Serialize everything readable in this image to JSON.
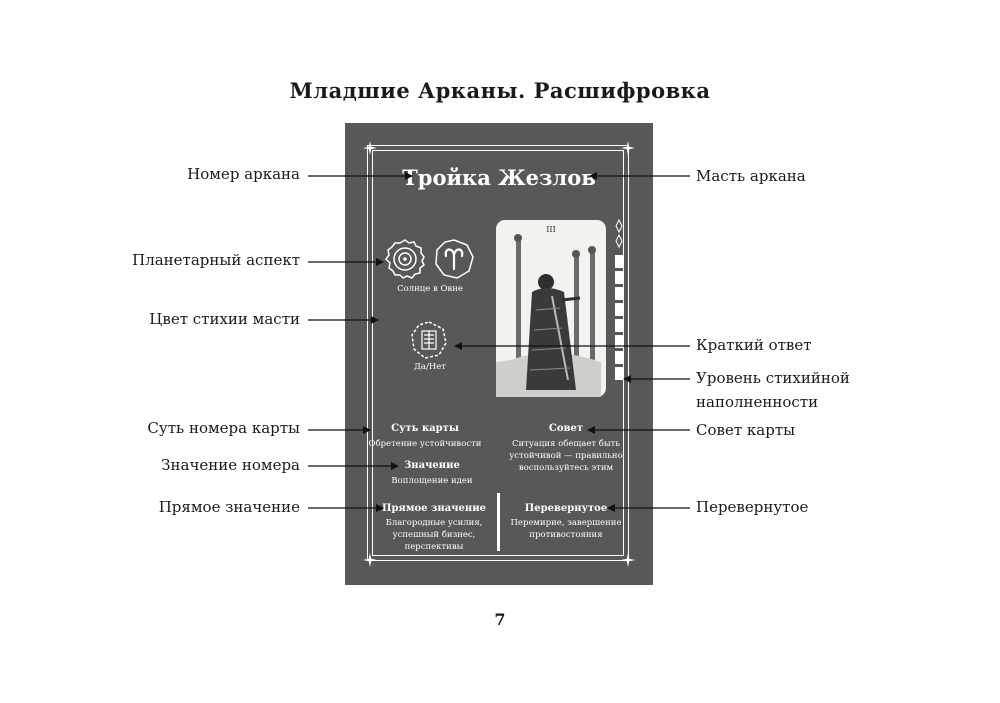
{
  "page_title": "Младшие Арканы. Расшифровка",
  "page_number": "7",
  "card": {
    "title": "Тройка Жезлов",
    "roman_numeral": "III",
    "planet_caption": "Солнце в Овне",
    "answer_caption": "Да/Нет",
    "essence_head": "Суть карты",
    "essence_text": "Обретение устойчивости",
    "advice_head": "Совет",
    "advice_line1": "Ситуация обещает быть",
    "advice_line2": "устойчивой — правильно",
    "advice_line3": "воспользуйтесь этим",
    "meaning_head": "Значение",
    "meaning_text": "Воплощение идеи",
    "upright_head": "Прямое значение",
    "upright_line1": "Благородные усилия,",
    "upright_line2": "успешный бизнес,",
    "upright_line3": "перспективы",
    "reversed_head": "Перевернутое",
    "reversed_line1": "Перемирие, завершение",
    "reversed_line2": "противостояния",
    "element_level": 8
  },
  "labels_left": {
    "arcana_number": "Номер аркана",
    "planet_aspect": "Планетарный аспект",
    "element_color": "Цвет стихии масти",
    "number_essence": "Суть номера карты",
    "number_meaning": "Значение номера",
    "upright": "Прямое значение"
  },
  "labels_right": {
    "arcana_suit": "Масть аркана",
    "short_answer": "Краткий ответ",
    "element_level_1": "Уровень стихийной",
    "element_level_2": "наполненности",
    "card_advice": "Совет карты",
    "reversed": "Перевернутое"
  },
  "icons": [
    "sun-icon",
    "aries-icon",
    "yes-no-icon",
    "sparkle-icon",
    "diamond-icon",
    "arrow-icon"
  ]
}
